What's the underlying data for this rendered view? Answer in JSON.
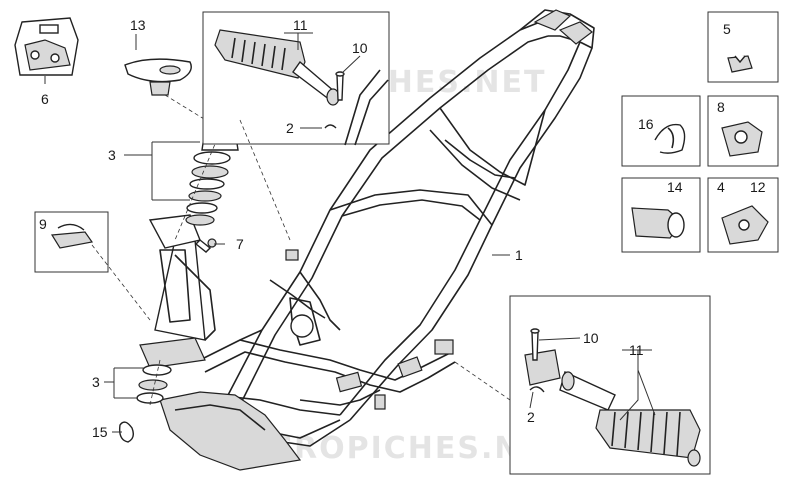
{
  "watermarks": [
    "MICROPICHES.NET",
    "MICROPICHES.NET"
  ],
  "callouts": {
    "c1": "1",
    "c2a": "2",
    "c2b": "2",
    "c3a": "3",
    "c3b": "3",
    "c4": "4",
    "c5": "5",
    "c6": "6",
    "c7": "7",
    "c8": "8",
    "c9": "9",
    "c10a": "10",
    "c10b": "10",
    "c11a": "11",
    "c11b": "11",
    "c12": "12",
    "c13": "13",
    "c14": "14",
    "c15": "15",
    "c16": "16"
  }
}
